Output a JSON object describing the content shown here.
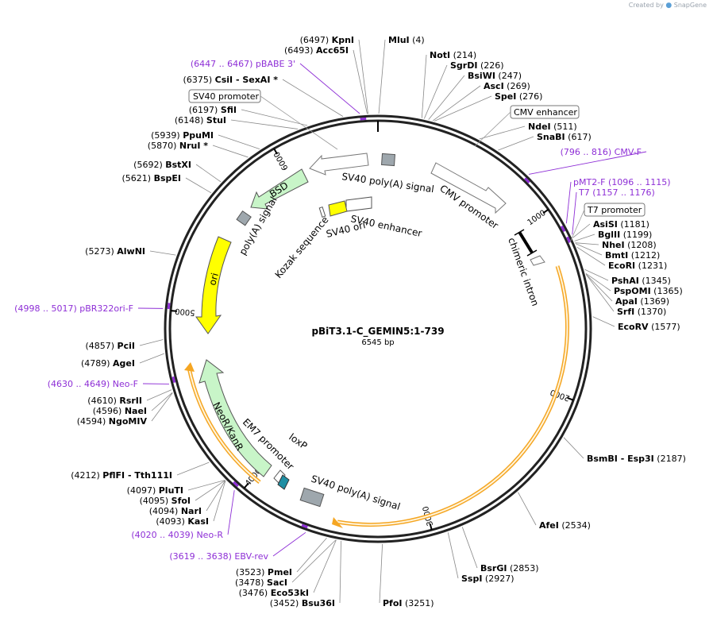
{
  "credit": {
    "text": "Created by",
    "brand": "SnapGene"
  },
  "plasmid": {
    "name": "pBiT3.1-C_GEMIN5:1-739",
    "size_label": "6545 bp",
    "length": 6545
  },
  "colors": {
    "primer": "#8e2fd6",
    "orange_feature": "#f5a623",
    "green_feature": "#c8f5c8",
    "yellow_feature": "#ffff00",
    "gray_feature": "#9ea7ad"
  },
  "ticks": [
    {
      "pos": 1000,
      "label": "1000"
    },
    {
      "pos": 2000,
      "label": "2000"
    },
    {
      "pos": 3000,
      "label": "3000"
    },
    {
      "pos": 4000,
      "label": "4000"
    },
    {
      "pos": 5000,
      "label": "5000"
    },
    {
      "pos": 6000,
      "label": "6000"
    }
  ],
  "sites": [
    {
      "name": "KpnI",
      "pos": 6497,
      "pos_label": "(6497)"
    },
    {
      "name": "Acc65I",
      "pos": 6493,
      "pos_label": "(6493)"
    },
    {
      "name": "MluI",
      "pos": 4,
      "pos_label": "(4)"
    },
    {
      "name": "NotI",
      "pos": 214,
      "pos_label": "(214)"
    },
    {
      "name": "SgrDI",
      "pos": 226,
      "pos_label": "(226)"
    },
    {
      "name": "BsiWI",
      "pos": 247,
      "pos_label": "(247)"
    },
    {
      "name": "AscI",
      "pos": 269,
      "pos_label": "(269)"
    },
    {
      "name": "SpeI",
      "pos": 276,
      "pos_label": "(276)"
    },
    {
      "name": "NdeI",
      "pos": 511,
      "pos_label": "(511)"
    },
    {
      "name": "SnaBI",
      "pos": 617,
      "pos_label": "(617)"
    },
    {
      "name": "AsiSI",
      "pos": 1181,
      "pos_label": "(1181)"
    },
    {
      "name": "BglII",
      "pos": 1199,
      "pos_label": "(1199)"
    },
    {
      "name": "NheI",
      "pos": 1208,
      "pos_label": "(1208)"
    },
    {
      "name": "BmtI",
      "pos": 1212,
      "pos_label": "(1212)"
    },
    {
      "name": "EcoRI",
      "pos": 1231,
      "pos_label": "(1231)"
    },
    {
      "name": "PshAI",
      "pos": 1345,
      "pos_label": "(1345)"
    },
    {
      "name": "PspOMI",
      "pos": 1365,
      "pos_label": "(1365)"
    },
    {
      "name": "ApaI",
      "pos": 1369,
      "pos_label": "(1369)"
    },
    {
      "name": "SrfI",
      "pos": 1370,
      "pos_label": "(1370)"
    },
    {
      "name": "EcoRV",
      "pos": 1577,
      "pos_label": "(1577)"
    },
    {
      "name": "BsmBI  -  Esp3I",
      "pos": 2187,
      "pos_label": "(2187)"
    },
    {
      "name": "AfeI",
      "pos": 2534,
      "pos_label": "(2534)"
    },
    {
      "name": "BsrGI",
      "pos": 2853,
      "pos_label": "(2853)"
    },
    {
      "name": "SspI",
      "pos": 2927,
      "pos_label": "(2927)"
    },
    {
      "name": "PfoI",
      "pos": 3251,
      "pos_label": "(3251)"
    },
    {
      "name": "PmeI",
      "pos": 3523,
      "pos_label": "(3523)"
    },
    {
      "name": "SacI",
      "pos": 3478,
      "pos_label": "(3478)"
    },
    {
      "name": "Eco53kI",
      "pos": 3476,
      "pos_label": "(3476)"
    },
    {
      "name": "Bsu36I",
      "pos": 3452,
      "pos_label": "(3452)"
    },
    {
      "name": "PluTI",
      "pos": 4097,
      "pos_label": "(4097)"
    },
    {
      "name": "SfoI",
      "pos": 4095,
      "pos_label": "(4095)"
    },
    {
      "name": "NarI",
      "pos": 4094,
      "pos_label": "(4094)"
    },
    {
      "name": "KasI",
      "pos": 4093,
      "pos_label": "(4093)"
    },
    {
      "name": "PflFI  -  Tth111I",
      "pos": 4212,
      "pos_label": "(4212)"
    },
    {
      "name": "RsrII",
      "pos": 4610,
      "pos_label": "(4610)"
    },
    {
      "name": "NaeI",
      "pos": 4596,
      "pos_label": "(4596)"
    },
    {
      "name": "NgoMIV",
      "pos": 4594,
      "pos_label": "(4594)"
    },
    {
      "name": "AgeI",
      "pos": 4789,
      "pos_label": "(4789)"
    },
    {
      "name": "PciI",
      "pos": 4857,
      "pos_label": "(4857)"
    },
    {
      "name": "AlwNI",
      "pos": 5273,
      "pos_label": "(5273)"
    },
    {
      "name": "BspEI",
      "pos": 5621,
      "pos_label": "(5621)"
    },
    {
      "name": "BstXI",
      "pos": 5692,
      "pos_label": "(5692)"
    },
    {
      "name": "NruI *",
      "pos": 5870,
      "pos_label": "(5870)"
    },
    {
      "name": "PpuMI",
      "pos": 5939,
      "pos_label": "(5939)"
    },
    {
      "name": "StuI",
      "pos": 6148,
      "pos_label": "(6148)"
    },
    {
      "name": "SfiI",
      "pos": 6197,
      "pos_label": "(6197)"
    },
    {
      "name": "CsiI  -  SexAI *",
      "pos": 6375,
      "pos_label": "(6375)"
    }
  ],
  "primers": [
    {
      "name": "pBABE 3'",
      "range": "(6447 .. 6467)",
      "pos": 6457
    },
    {
      "name": "CMV-F",
      "range": "(796 .. 816)",
      "pos": 806
    },
    {
      "name": "pMT2-F",
      "range": "(1096 .. 1115)",
      "pos": 1105
    },
    {
      "name": "T7",
      "range": "(1157 .. 1176)",
      "pos": 1166
    },
    {
      "name": "pBR322ori-F",
      "range": "(4998 .. 5017)",
      "pos": 5007
    },
    {
      "name": "Neo-F",
      "range": "(4630 .. 4649)",
      "pos": 4640
    },
    {
      "name": "Neo-R",
      "range": "(4020 .. 4039)",
      "pos": 4030
    },
    {
      "name": "EBV-rev",
      "range": "(3619 .. 3638)",
      "pos": 3628
    }
  ],
  "boxed_labels": [
    {
      "name": "SV40 promoter"
    },
    {
      "name": "CMV enhancer"
    },
    {
      "name": "T7 promoter"
    }
  ],
  "features": [
    {
      "name": "SV40 poly(A) signal",
      "type": "white-arrow"
    },
    {
      "name": "CMV promoter",
      "type": "white-arrow"
    },
    {
      "name": "chimeric intron",
      "type": "intron"
    },
    {
      "name": "BSD",
      "type": "green-arrow"
    },
    {
      "name": "poly(A) signal",
      "type": "gray-box"
    },
    {
      "name": "ori",
      "type": "yellow-arrow"
    },
    {
      "name": "SV40 enhancer",
      "type": "white-box"
    },
    {
      "name": "SV40 ori",
      "type": "yellow-box"
    },
    {
      "name": "Kozak sequence",
      "type": "small-box"
    },
    {
      "name": "NeoR/KanR",
      "type": "green-arrow"
    },
    {
      "name": "EM7 promoter",
      "type": "white-arrow"
    },
    {
      "name": "loxP",
      "type": "teal-arrow"
    },
    {
      "name": "SV40 poly(A) signal",
      "type": "gray-box"
    }
  ]
}
